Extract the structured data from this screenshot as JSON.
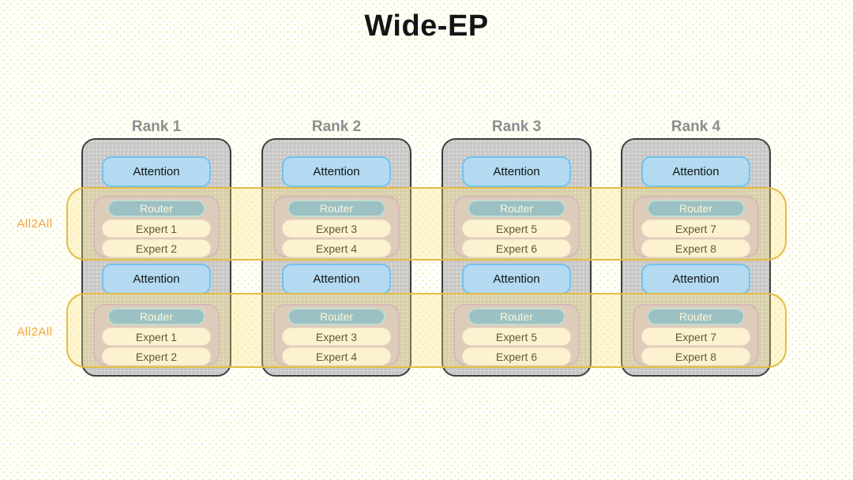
{
  "title": "Wide-EP",
  "all2all": {
    "labels": [
      "All2All",
      "All2All"
    ]
  },
  "ranks": [
    {
      "label": "Rank 1",
      "sections": [
        {
          "attention": "Attention",
          "router": "Router",
          "experts": [
            "Expert 1",
            "Expert 2"
          ]
        },
        {
          "attention": "Attention",
          "router": "Router",
          "experts": [
            "Expert 1",
            "Expert 2"
          ]
        }
      ]
    },
    {
      "label": "Rank 2",
      "sections": [
        {
          "attention": "Attention",
          "router": "Router",
          "experts": [
            "Expert 3",
            "Expert 4"
          ]
        },
        {
          "attention": "Attention",
          "router": "Router",
          "experts": [
            "Expert 3",
            "Expert 4"
          ]
        }
      ]
    },
    {
      "label": "Rank 3",
      "sections": [
        {
          "attention": "Attention",
          "router": "Router",
          "experts": [
            "Expert 5",
            "Expert 6"
          ]
        },
        {
          "attention": "Attention",
          "router": "Router",
          "experts": [
            "Expert 5",
            "Expert 6"
          ]
        }
      ]
    },
    {
      "label": "Rank 4",
      "sections": [
        {
          "attention": "Attention",
          "router": "Router",
          "experts": [
            "Expert 7",
            "Expert 8"
          ]
        },
        {
          "attention": "Attention",
          "router": "Router",
          "experts": [
            "Expert 7",
            "Expert 8"
          ]
        }
      ]
    }
  ],
  "colors": {
    "title_text": "#141414",
    "rank_title_text": "#8d8d8d",
    "rank_box_fill": "#c8c7c5",
    "rank_box_border": "#3e3e3e",
    "attention_fill": "#b3daf0",
    "attention_border": "#73c2ee",
    "moe_group_fill": "#cec1d9",
    "moe_group_border": "#c3a5d5",
    "router_fill": "#6fb2e8",
    "router_border": "#a8d9f6",
    "router_text": "#ffffff",
    "expert_fill": "#fdfafc",
    "band_fill": "#fbe47a",
    "band_border": "#e3bd45",
    "all2all_text": "#f3a63d",
    "background_dots": "#f2eda8"
  }
}
